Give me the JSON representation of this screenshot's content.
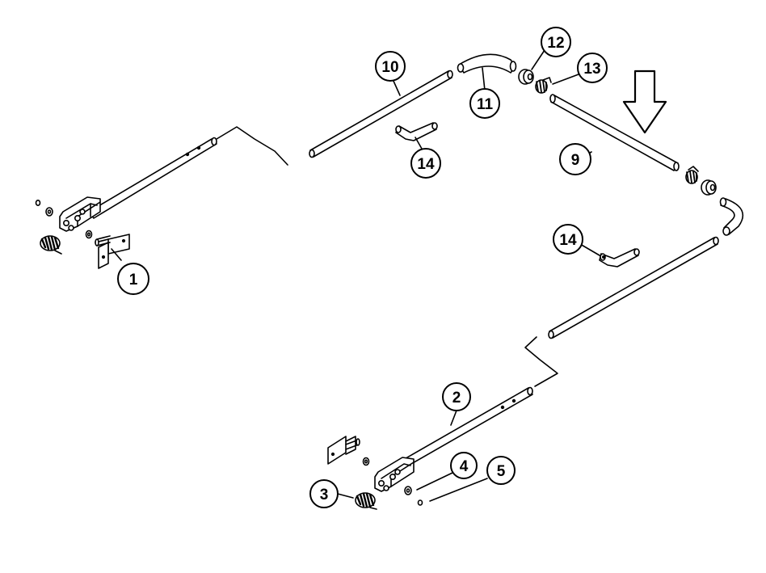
{
  "diagram": {
    "stroke_color": "#000000",
    "background": "#ffffff",
    "callouts": [
      {
        "id": "c1",
        "label": "1"
      },
      {
        "id": "c2",
        "label": "2"
      },
      {
        "id": "c3",
        "label": "3"
      },
      {
        "id": "c4",
        "label": "4"
      },
      {
        "id": "c5",
        "label": "5"
      },
      {
        "id": "c9",
        "label": "9"
      },
      {
        "id": "c10",
        "label": "10"
      },
      {
        "id": "c11",
        "label": "11"
      },
      {
        "id": "c12",
        "label": "12"
      },
      {
        "id": "c13",
        "label": "13"
      },
      {
        "id": "c14a",
        "label": "14"
      },
      {
        "id": "c14b",
        "label": "14"
      }
    ]
  }
}
